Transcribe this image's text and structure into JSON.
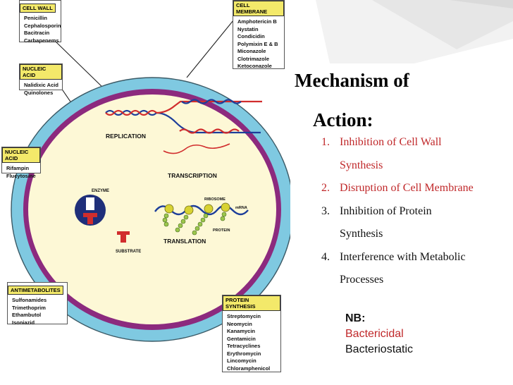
{
  "diagram": {
    "boxes": {
      "cell_wall": {
        "title": "CELL WALL",
        "items": [
          "Penicillin",
          "Cephalosporin",
          "Bacitracin",
          "Carbapenems"
        ]
      },
      "cell_membrane": {
        "title": "CELL MEMBRANE",
        "items": [
          "Amphotericin B",
          "Nystatin",
          "Condicidin",
          "Polymixin E & B",
          "Miconazole",
          "Clotrimazole",
          "Ketoconazole"
        ]
      },
      "nucleic_acid_top": {
        "title": "NUCLEIC ACID",
        "items": [
          "Nalidixic Acid",
          "Quinolones"
        ]
      },
      "nucleic_acid_left": {
        "title": "NUCLEIC ACID",
        "items": [
          "Rifampin",
          "Flucytosine"
        ]
      },
      "antimetabolites": {
        "title": "ANTIMETABOLITES",
        "items": [
          "Sulfonamides",
          "Trimethoprim",
          "Ethambutol",
          "Isoniazid"
        ]
      },
      "protein_synthesis": {
        "title": "PROTEIN SYNTHESIS",
        "items": [
          "Streptomycin",
          "Neomycin",
          "Kanamycin",
          "Gentamicin",
          "Tetracyclines",
          "Erythromycin",
          "Lincomycin",
          "Chloramphenicol"
        ]
      }
    },
    "cell_labels": {
      "replication": "REPLICATION",
      "transcription": "TRANSCRIPTION",
      "translation": "TRANSLATION",
      "enzyme": "ENZYME",
      "substrate": "SUBSTRATE",
      "ribosome": "RIBOSOME",
      "mrna": "mRNA",
      "protein": "PROTEIN"
    }
  },
  "title": {
    "line1": "Mechanism of",
    "line2": "Action:"
  },
  "mechanisms": [
    {
      "num": "1.",
      "line1": "Inhibition of Cell Wall",
      "line2": "Synthesis"
    },
    {
      "num": "2.",
      "line1": "Disruption of Cell Membrane",
      "line2": ""
    },
    {
      "num": "3.",
      "line1": "Inhibition of Protein",
      "line2": "Synthesis"
    },
    {
      "num": "4.",
      "line1": "Interference with Metabolic",
      "line2": "Processes"
    }
  ],
  "nb": {
    "heading": "NB:",
    "bactericidal": "Bactericidal",
    "bacteriostatic": "Bacteriostatic"
  },
  "colors": {
    "accent_red": "#c0282a",
    "cell_outer": "#7fc9e1",
    "cell_membrane": "#8c2a7e",
    "cytoplasm": "#fdf8d6",
    "box_title": "#f3e96a",
    "ribosome": "#d8d232",
    "enzyme": "#1f2f7a",
    "substrate": "#d12d2d"
  }
}
